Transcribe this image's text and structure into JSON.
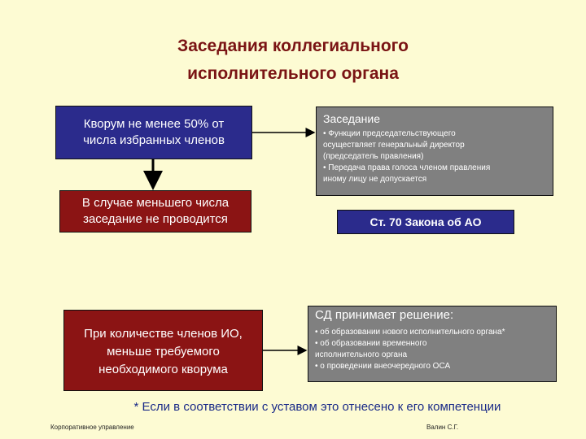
{
  "title": {
    "line1": "Заседания коллегиального",
    "line2": "исполнительного органа"
  },
  "quorum_box": {
    "line1": "Кворум не менее 50% от",
    "line2": "числа избранных членов"
  },
  "fewer_box": {
    "line1": "В случае меньшего числа",
    "line2": "заседание не проводится"
  },
  "members_box": {
    "line1": "При количестве членов ИО,",
    "line2": "меньше требуемого",
    "line3": "необходимого кворума"
  },
  "meeting_box": {
    "heading": "Заседание",
    "items": [
      "• Функции председательствующего",
      "осуществляет генеральный директор",
      "(председатель правления)",
      "• Передача права голоса членом правления",
      "иному лицу не допускается"
    ]
  },
  "law_box": {
    "label": "Ст. 70 Закона об АО"
  },
  "board_box": {
    "heading": "СД принимает решение:",
    "items": [
      "• об образовании нового исполнительного органа*",
      "• об образовании временного",
      "исполнительного органа",
      "•  о проведении внеочередного ОСА"
    ]
  },
  "footnote": "* Если в соответствии с уставом это отнесено к его компетенции",
  "footer": {
    "left": "Корпоративное управление",
    "right": "Валин С.Г."
  },
  "colors": {
    "background": "#fdfbd3",
    "title": "#7a1414",
    "blue_box": "#2b2b8c",
    "red_box": "#8b1414",
    "gray_box": "#808080",
    "footnote": "#1a2a88"
  }
}
